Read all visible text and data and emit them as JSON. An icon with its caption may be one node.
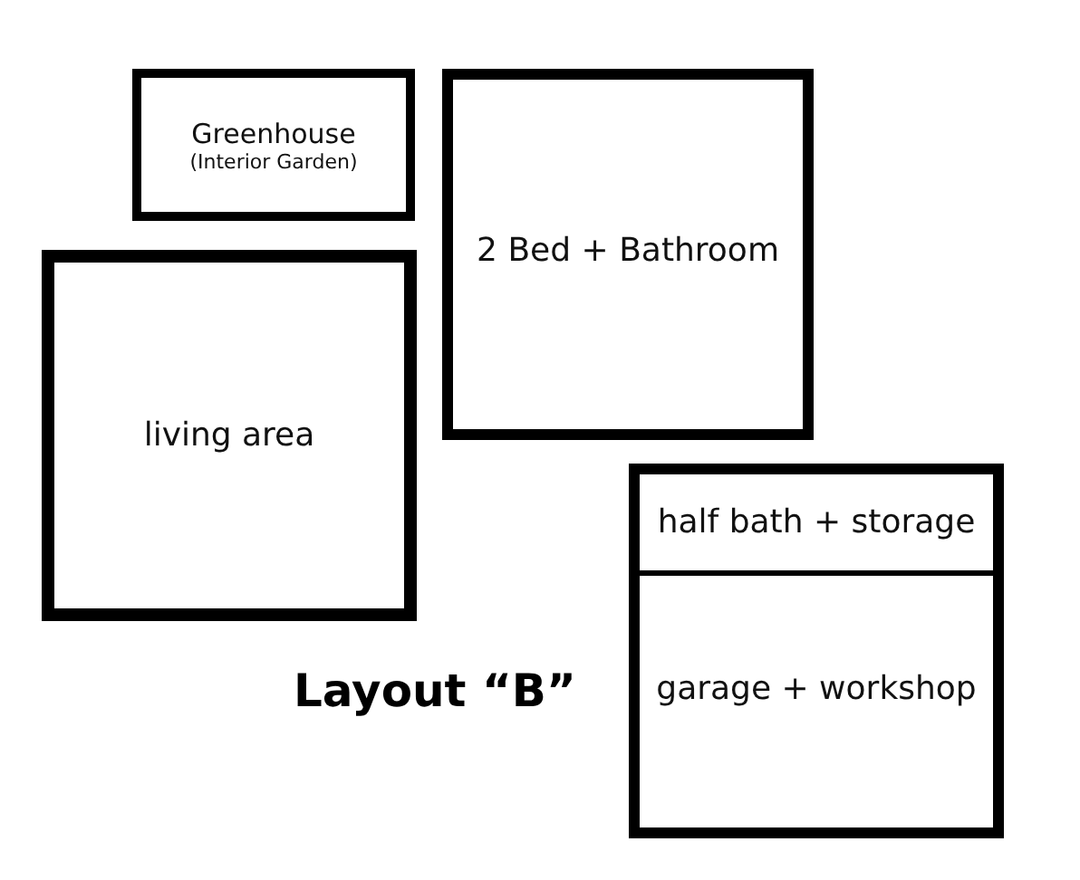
{
  "diagram": {
    "title": "Layout “B”",
    "nodes": [
      {
        "text": [
          "Greenhouse",
          "(Interior Garden)"
        ]
      },
      {
        "text": [
          "2 Bed + Bathroom"
        ]
      },
      {
        "text": [
          "living area"
        ]
      },
      {
        "text": [
          "half bath + storage"
        ]
      },
      {
        "text": [
          "garage + workshop"
        ]
      }
    ]
  }
}
